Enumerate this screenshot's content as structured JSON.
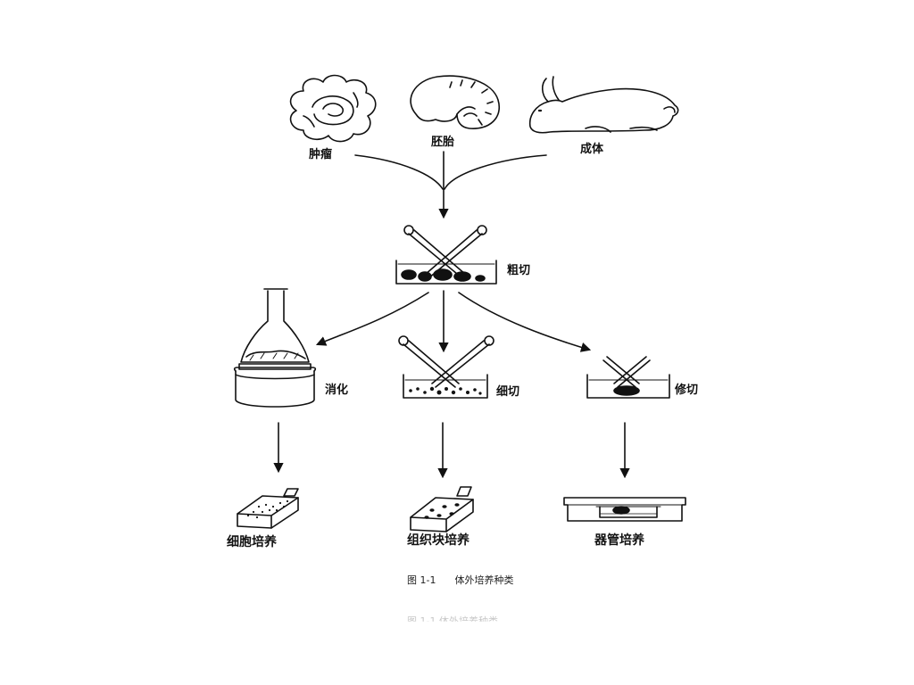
{
  "sources": {
    "tumor": "肿瘤",
    "embryo": "胚胎",
    "adult": "成体"
  },
  "steps": {
    "coarse_cut": "粗切",
    "digest": "消化",
    "fine_cut": "细切",
    "trim": "修切"
  },
  "cultures": {
    "cell": "细胞培养",
    "tissue_block": "组织块培养",
    "organ": "器管培养"
  },
  "caption": {
    "figure_number": "图 1-1",
    "title": "体外培养种类"
  },
  "bleed_through_text": "图 1-1 体外培养种类",
  "colors": {
    "ink": "#111111",
    "background": "#ffffff"
  }
}
